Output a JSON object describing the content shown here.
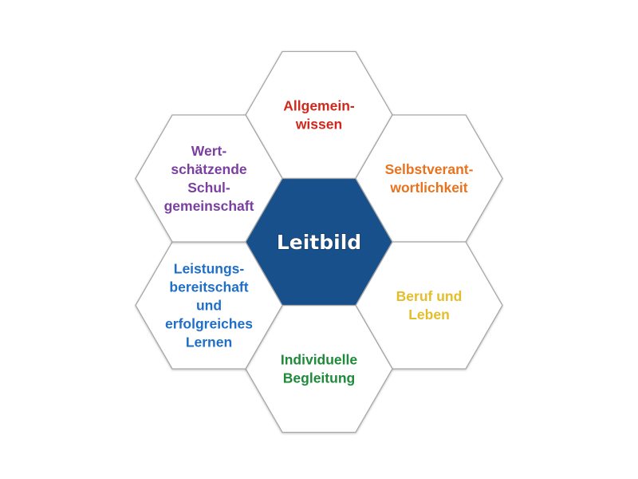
{
  "center": {
    "label": "Leitbild",
    "color": "#17508a"
  },
  "hexes": [
    {
      "id": "top",
      "lines": [
        "Allgemein-",
        "wissen"
      ],
      "color": "#d0281c"
    },
    {
      "id": "upper-right",
      "lines": [
        "Selbstverant-",
        "wortlichkeit"
      ],
      "color": "#e8731e"
    },
    {
      "id": "lower-right",
      "lines": [
        "Beruf und",
        "Leben"
      ],
      "color": "#e3be2a"
    },
    {
      "id": "bottom",
      "lines": [
        "Individuelle",
        "Begleitung"
      ],
      "color": "#1e8a3a"
    },
    {
      "id": "lower-left",
      "lines": [
        "Leistungs-",
        "bereitschaft",
        "und",
        "erfolgreiches",
        "Lernen"
      ],
      "color": "#1f6fc8"
    },
    {
      "id": "upper-left",
      "lines": [
        "Wert-",
        "schätzende",
        "Schul-",
        "gemeinschaft"
      ],
      "color": "#7a3fa0"
    }
  ]
}
